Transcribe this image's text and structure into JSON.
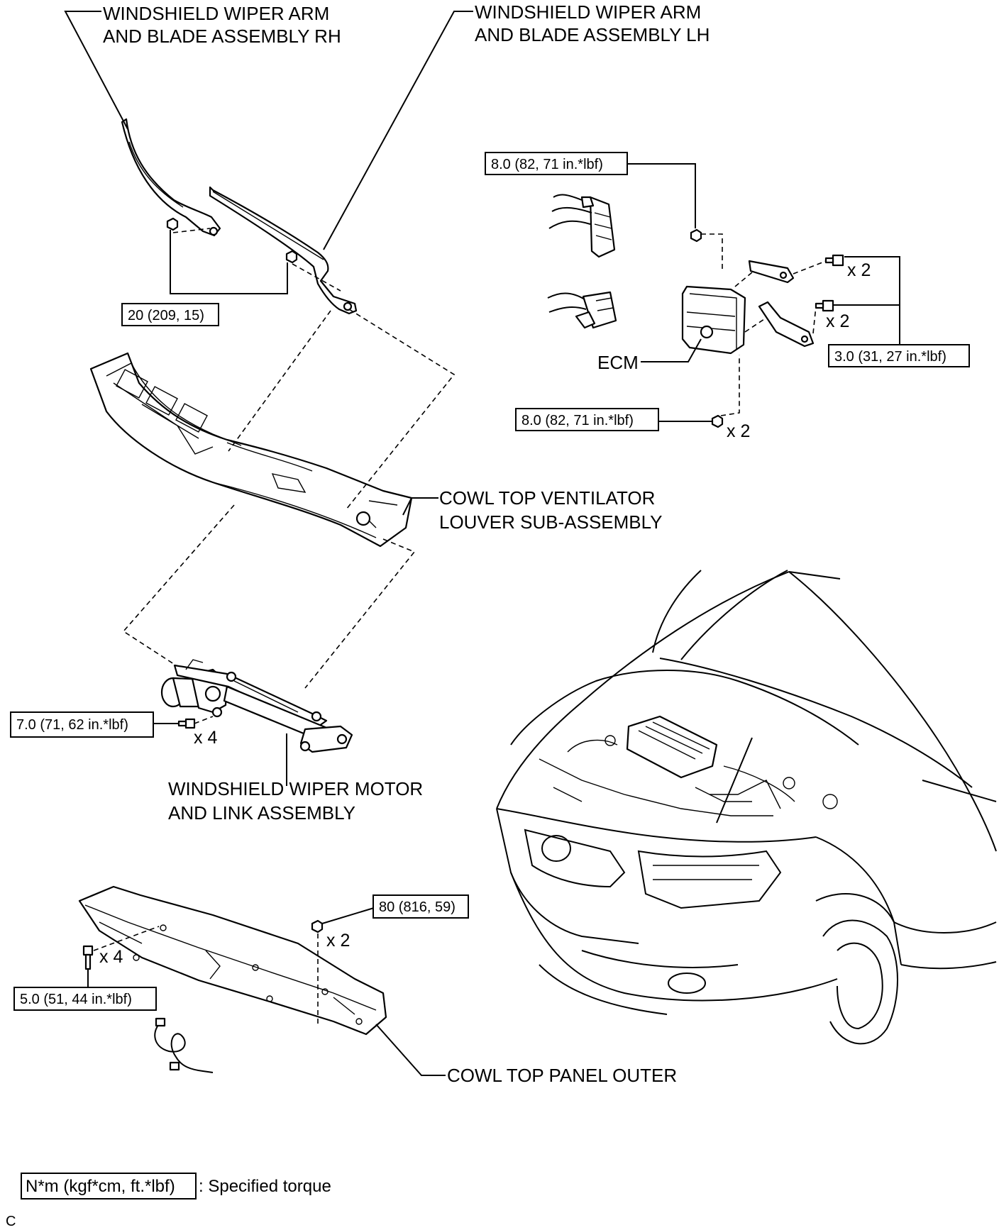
{
  "labels": {
    "wiper_rh_line1": "WINDSHIELD WIPER ARM",
    "wiper_rh_line2": "AND BLADE ASSEMBLY RH",
    "wiper_lh_line1": "WINDSHIELD WIPER ARM",
    "wiper_lh_line2": "AND BLADE ASSEMBLY LH",
    "ecm": "ECM",
    "cowl_louver_line1": "COWL TOP VENTILATOR",
    "cowl_louver_line2": "LOUVER SUB-ASSEMBLY",
    "wiper_motor_line1": "WINDSHIELD WIPER MOTOR",
    "wiper_motor_line2": "AND LINK ASSEMBLY",
    "cowl_panel": "COWL TOP PANEL OUTER"
  },
  "torques": {
    "ecm_nut_top": "8.0 (82, 71 in.*lbf)",
    "wiper_arm_nut": "20 (209, 15)",
    "ecm_bracket_bolt": "3.0 (31, 27 in.*lbf)",
    "ecm_nut_bottom": "8.0 (82, 71 in.*lbf)",
    "wiper_motor_bolt": "7.0 (71, 62 in.*lbf)",
    "cowl_panel_nut": "80 (816, 59)",
    "cowl_panel_bolt": "5.0 (51, 44 in.*lbf)"
  },
  "quantities": {
    "ecm_bolt_upper": "x 2",
    "ecm_bolt_lower": "x 2",
    "ecm_nut_bottom": "x 2",
    "wiper_motor_bolt": "x 4",
    "cowl_panel_bolt": "x 4",
    "cowl_panel_nut": "x 2"
  },
  "legend": {
    "unit_box": "N*m (kgf*cm, ft.*lbf)",
    "meaning": ": Specified torque"
  },
  "corner_code": "C"
}
